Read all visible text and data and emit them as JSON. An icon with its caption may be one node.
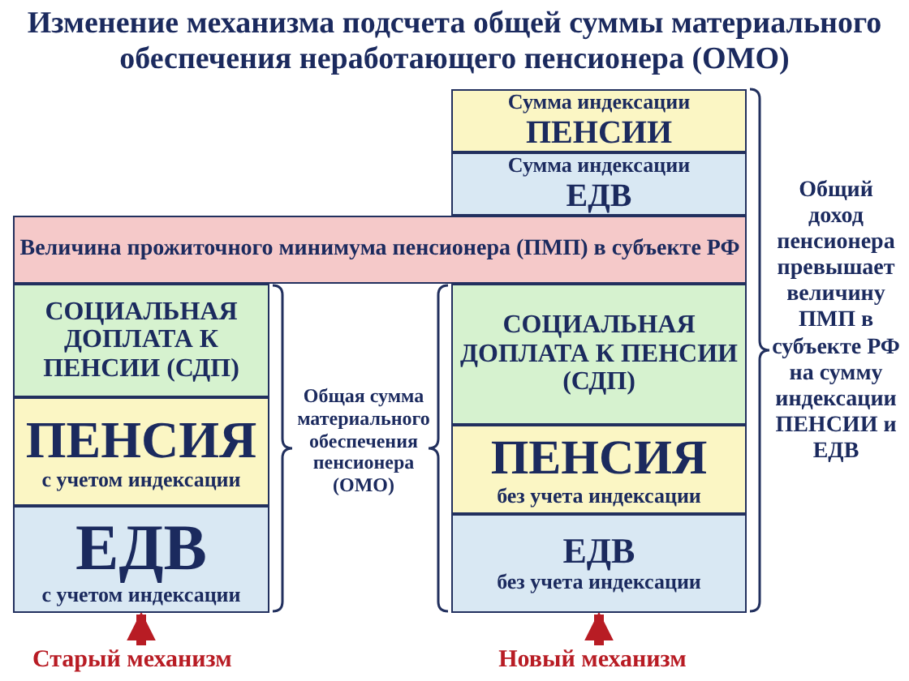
{
  "diagram": {
    "title": "Изменение механизма подсчета общей суммы материального обеспечения неработающего пенсионера (ОМО)",
    "nodes": [
      {
        "text": [
          "Сумма индексации",
          "ПЕНСИИ"
        ]
      },
      {
        "text": [
          "Сумма индексации",
          "ЕДВ"
        ]
      },
      {
        "text": [
          "Величина прожиточного минимума пенсионера (ПМП) в субъекте РФ"
        ]
      },
      {
        "text": [
          "СОЦИАЛЬНАЯ ДОПЛАТА К ПЕНСИИ (СДП)"
        ]
      },
      {
        "text": [
          "ПЕНСИЯ",
          "с учетом индексации"
        ]
      },
      {
        "text": [
          "ЕДВ",
          "с учетом индексации"
        ]
      },
      {
        "text": [
          "СОЦИАЛЬНАЯ ДОПЛАТА К ПЕНСИИ (СДП)"
        ]
      },
      {
        "text": [
          "ПЕНСИЯ",
          "без учета индексации"
        ]
      },
      {
        "text": [
          "ЕДВ",
          "без учета индексации"
        ]
      },
      {
        "text": [
          "Старый механизм"
        ]
      },
      {
        "text": [
          "Новый механизм"
        ]
      }
    ],
    "edges": [
      {
        "from": 9,
        "to": 5,
        "arrow": "to"
      },
      {
        "from": 10,
        "to": 8,
        "arrow": "to"
      }
    ],
    "labels": [
      "Общая сумма материального обеспечения пенсионера (ОМО)",
      "Общий доход пенсионера **превышает** величину ПМП в субъекте РФ на сумму индексации ПЕНСИИ и ЕДВ"
    ]
  }
}
